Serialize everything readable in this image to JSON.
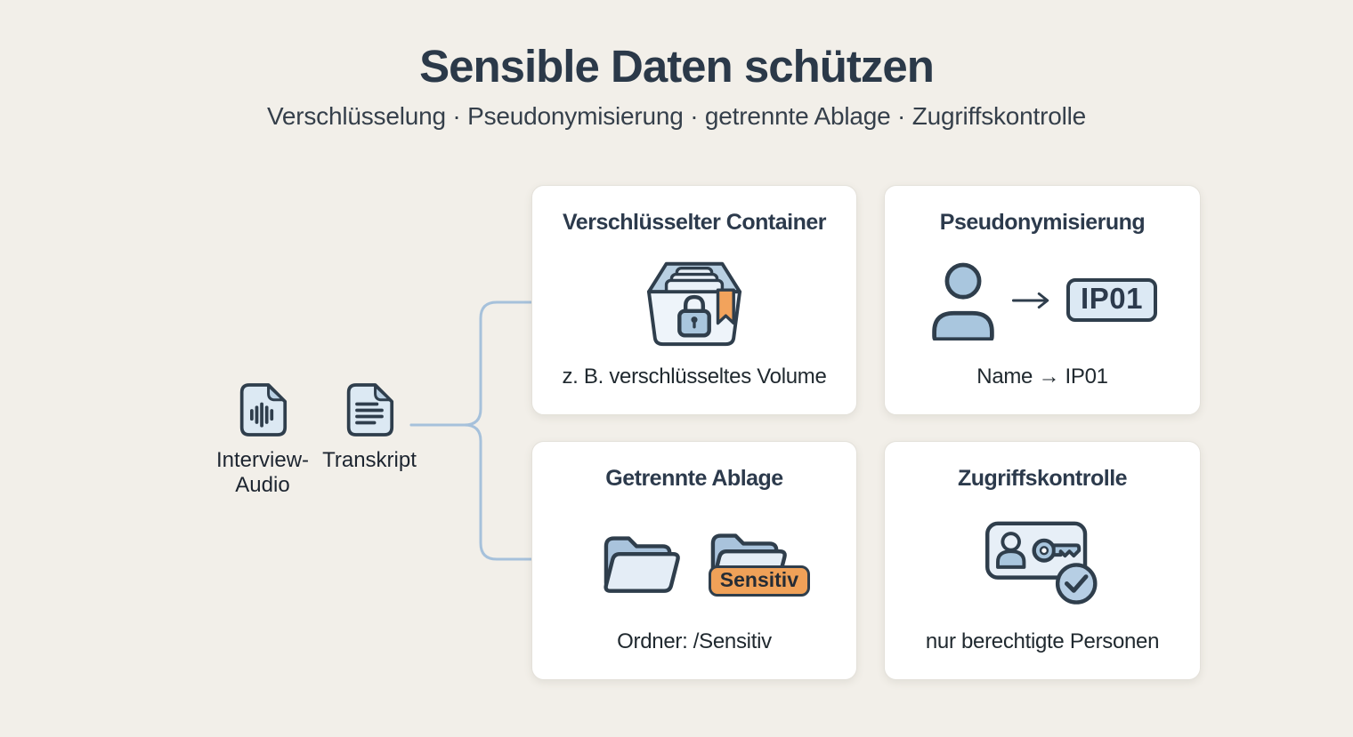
{
  "header": {
    "title": "Sensible Daten schützen",
    "subtitle": "Verschlüsselung · Pseudonymisierung · getrennte Ablage · Zugriffskontrolle"
  },
  "sources": {
    "audio": {
      "label_line1": "Interview-",
      "label_line2": "Audio",
      "icon": "audio-document-icon"
    },
    "transcript": {
      "label": "Transkript",
      "icon": "text-document-icon"
    }
  },
  "cards": {
    "encrypted_container": {
      "title": "Verschlüsselter Container",
      "caption": "z. B. verschlüsseltes Volume",
      "icon": "locked-archive-box-icon"
    },
    "pseudonymization": {
      "title": "Pseudonymisierung",
      "caption": "Name → IP01",
      "badge_text": "IP01",
      "icon": "person-to-code-icon"
    },
    "separate_storage": {
      "title": "Getrennte Ablage",
      "caption": "Ordner: /Sensitiv",
      "folder_badge": "Sensitiv",
      "icon": "two-folders-icon"
    },
    "access_control": {
      "title": "Zugriffskontrolle",
      "caption": "nur berechtigte Personen",
      "icon": "id-card-key-check-icon"
    }
  },
  "colors": {
    "background": "#f2efe9",
    "ink_heading": "#2b3949",
    "text": "#20292f",
    "card_bg": "#ffffff",
    "card_border": "#e4e1da",
    "icon_outline": "#2f3e4c",
    "icon_blue_light": "#dce9f3",
    "icon_blue_mid": "#a9c6de",
    "accent_orange": "#f0a158",
    "connector_blue": "#a6c1db"
  }
}
